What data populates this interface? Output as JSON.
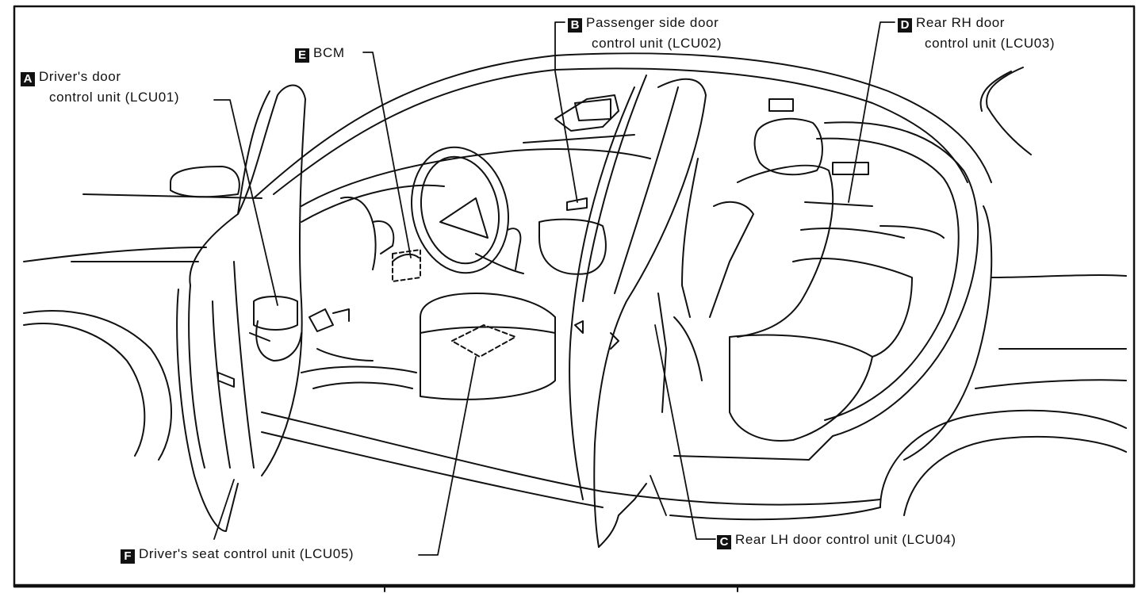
{
  "callouts": {
    "a": {
      "letter": "A",
      "line1": "Driver's door",
      "line2": "control unit (LCU01)"
    },
    "b": {
      "letter": "B",
      "line1": "Passenger side door",
      "line2": "control unit (LCU02)"
    },
    "c": {
      "letter": "C",
      "line1": "Rear LH door control unit (LCU04)"
    },
    "d": {
      "letter": "D",
      "line1": "Rear RH door",
      "line2": "control unit (LCU03)"
    },
    "e": {
      "letter": "E",
      "line1": "BCM"
    },
    "f": {
      "letter": "F",
      "line1": "Driver's seat control unit (LCU05)"
    }
  }
}
